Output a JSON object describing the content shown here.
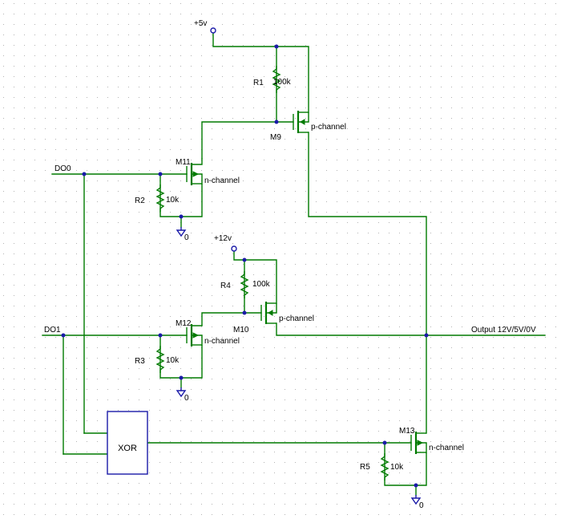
{
  "rails": {
    "v5": "+5v",
    "v12": "+12v"
  },
  "inputs": {
    "do0": "DO0",
    "do1": "DO1"
  },
  "output": {
    "label": "Output 12V/5V/0V"
  },
  "ground_label": "0",
  "gate": {
    "label": "XOR"
  },
  "resistors": [
    {
      "ref": "R1",
      "value": "100k"
    },
    {
      "ref": "R2",
      "value": "10k"
    },
    {
      "ref": "R3",
      "value": "10k"
    },
    {
      "ref": "R4",
      "value": "100k"
    },
    {
      "ref": "R5",
      "value": "10k"
    }
  ],
  "transistors": [
    {
      "ref": "M9",
      "type": "p-channel"
    },
    {
      "ref": "M10",
      "type": "p-channel"
    },
    {
      "ref": "M11",
      "type": "n-channel"
    },
    {
      "ref": "M12",
      "type": "n-channel"
    },
    {
      "ref": "M13",
      "type": "n-channel"
    }
  ],
  "colors": {
    "wire": "#007a00",
    "junction": "#1a1aa8",
    "grid": "#b4b4b4"
  }
}
